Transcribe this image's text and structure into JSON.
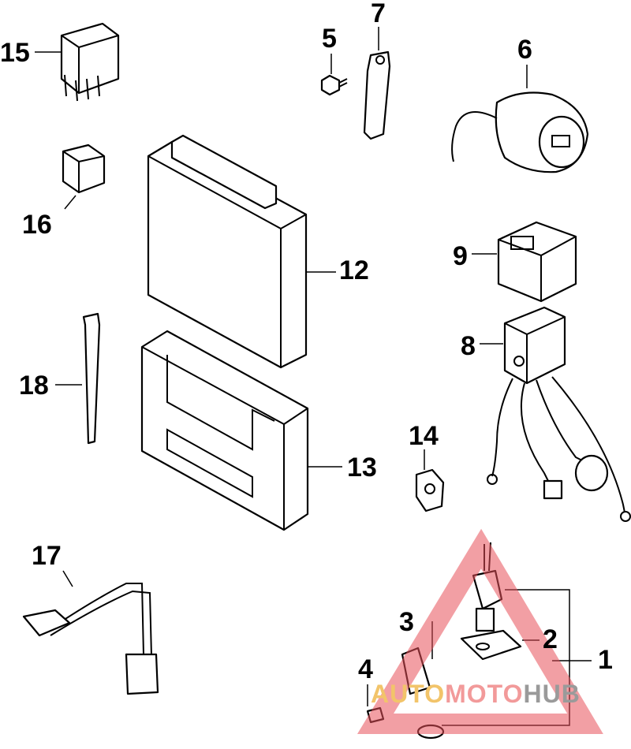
{
  "callouts": {
    "p1": "1",
    "p2": "2",
    "p3": "3",
    "p4": "4",
    "p5": "5",
    "p6": "6",
    "p7": "7",
    "p8": "8",
    "p9": "9",
    "p12": "12",
    "p13": "13",
    "p14": "14",
    "p15": "15",
    "p16": "16",
    "p17": "17",
    "p18": "18"
  },
  "watermark": {
    "part1": "AUTO",
    "part2": "MOTO",
    "part3": "HUB"
  },
  "colors": {
    "ink": "#000000",
    "watermark_red": "#e8505a",
    "watermark_gold": "#f2c46a",
    "watermark_grey": "#9a9a9a"
  }
}
